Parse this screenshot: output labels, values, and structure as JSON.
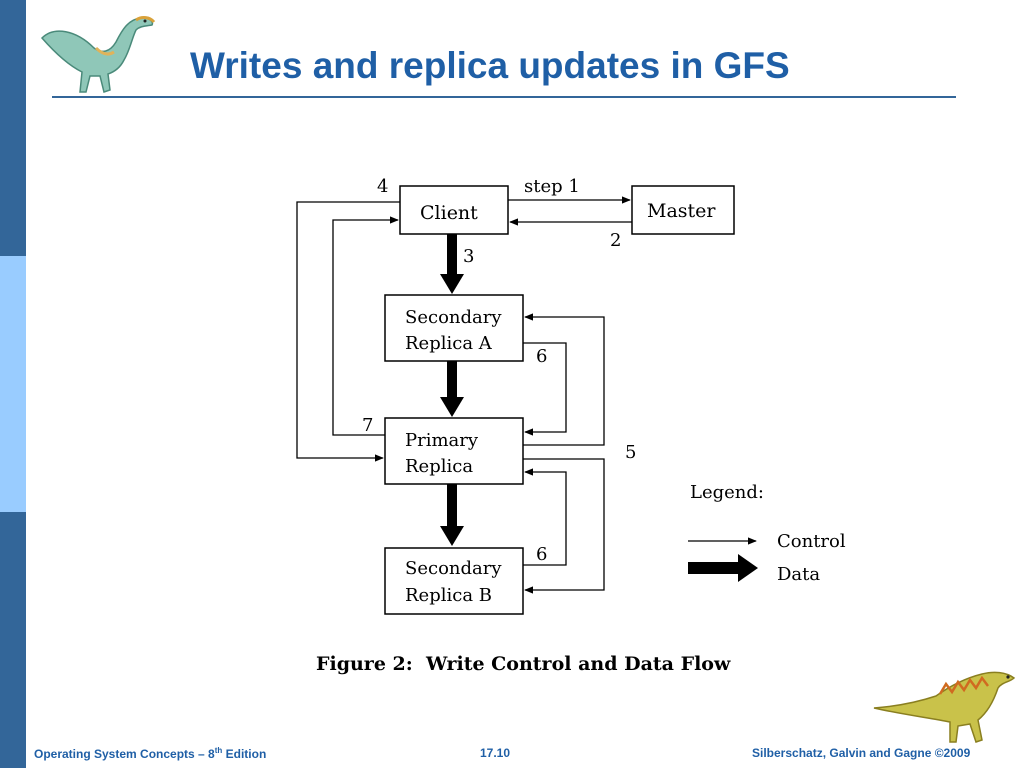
{
  "title": "Writes and replica updates in GFS",
  "diagram": {
    "nodes": {
      "client": "Client",
      "master": "Master",
      "secondary_a_line1": "Secondary",
      "secondary_a_line2": "Replica A",
      "primary_line1": "Primary",
      "primary_line2": "Replica",
      "secondary_b_line1": "Secondary",
      "secondary_b_line2": "Replica B"
    },
    "step_labels": {
      "step1": "step 1",
      "step2": "2",
      "step3": "3",
      "step4": "4",
      "step5": "5",
      "step6_a": "6",
      "step6_b": "6",
      "step7": "7"
    },
    "legend": {
      "title": "Legend:",
      "control": "Control",
      "data": "Data"
    },
    "caption": "Figure 2:  Write Control and Data Flow"
  },
  "footer": {
    "book_prefix": "Operating System Concepts – 8",
    "book_sup": "th",
    "book_suffix": " Edition",
    "page": "17.10",
    "copyright": "Silberschatz, Galvin and Gagne ©2009"
  }
}
